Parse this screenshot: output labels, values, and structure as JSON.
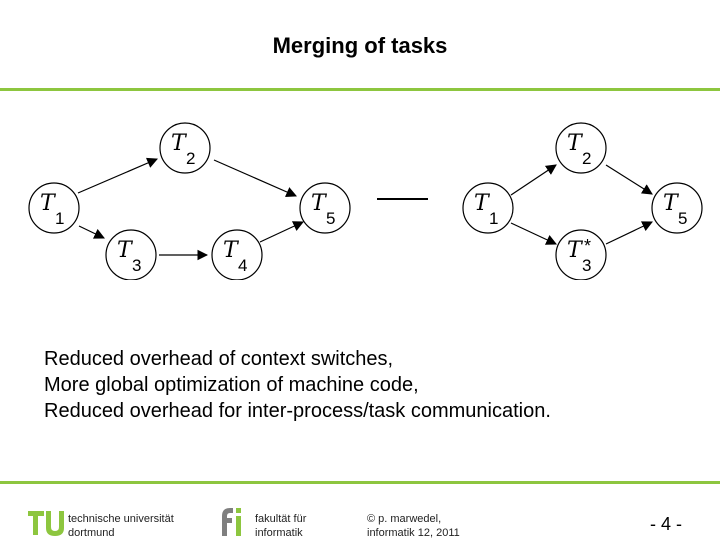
{
  "slide": {
    "title": "Merging of tasks",
    "bullets": [
      "Reduced overhead of context switches,",
      "More global optimization of machine code,",
      "Reduced overhead for inter-process/task communication."
    ]
  },
  "diagram": {
    "before": {
      "nodes": [
        {
          "id": "T1",
          "letter": "T",
          "sub": "1"
        },
        {
          "id": "T2",
          "letter": "T",
          "sub": "2"
        },
        {
          "id": "T3",
          "letter": "T",
          "sub": "3"
        },
        {
          "id": "T4",
          "letter": "T",
          "sub": "4"
        },
        {
          "id": "T5",
          "letter": "T",
          "sub": "5"
        }
      ],
      "edges": [
        [
          "T1",
          "T2"
        ],
        [
          "T2",
          "T5"
        ],
        [
          "T1",
          "T3"
        ],
        [
          "T3",
          "T4"
        ],
        [
          "T4",
          "T5"
        ]
      ]
    },
    "after": {
      "nodes": [
        {
          "id": "T1",
          "letter": "T",
          "sub": "1"
        },
        {
          "id": "T2",
          "letter": "T",
          "sub": "2"
        },
        {
          "id": "T3star",
          "letter": "T",
          "sub": "3",
          "sup": "*"
        },
        {
          "id": "T5",
          "letter": "T",
          "sub": "5"
        }
      ],
      "edges": [
        [
          "T1",
          "T2"
        ],
        [
          "T2",
          "T5"
        ],
        [
          "T1",
          "T3star"
        ],
        [
          "T3star",
          "T5"
        ]
      ]
    }
  },
  "footer": {
    "university_line1": "technische universität",
    "university_line2": "dortmund",
    "faculty_line1": "fakultät für",
    "faculty_line2": "informatik",
    "copyright_line1": "© p. marwedel,",
    "copyright_line2": "informatik 12,  2011",
    "page": "- 4 -"
  },
  "colors": {
    "accent_rule": "#8dc63f",
    "logo_green": "#8dc63f",
    "logo_grey": "#7f7f7f"
  },
  "icons": [
    "tu-dortmund-logo-icon",
    "fi-logo-icon"
  ]
}
